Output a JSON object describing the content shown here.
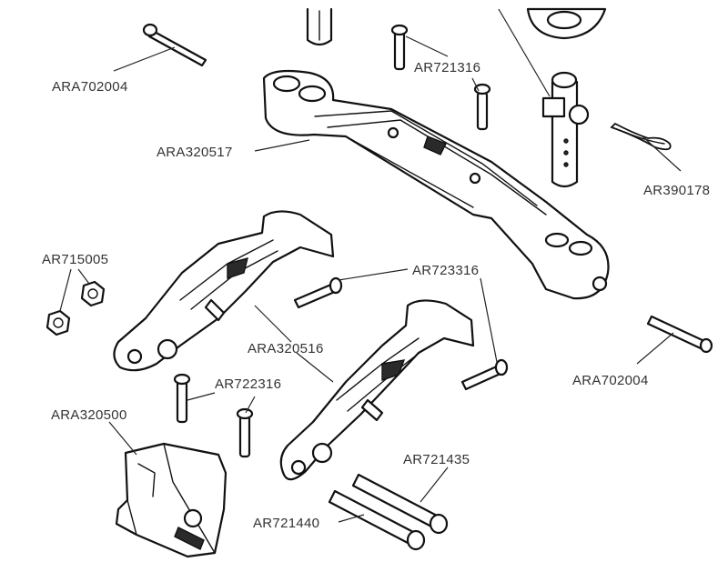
{
  "labels": {
    "ara702004_top": "ARA702004",
    "ar721316": "AR721316",
    "ara320517": "ARA320517",
    "ar390178": "AR390178",
    "ar715005": "AR715005",
    "ar723316": "AR723316",
    "ara320516": "ARA320516",
    "ara702004_right": "ARA702004",
    "ar722316": "AR722316",
    "ara320500": "ARA320500",
    "ar721435": "AR721435",
    "ar721440": "AR721440"
  }
}
